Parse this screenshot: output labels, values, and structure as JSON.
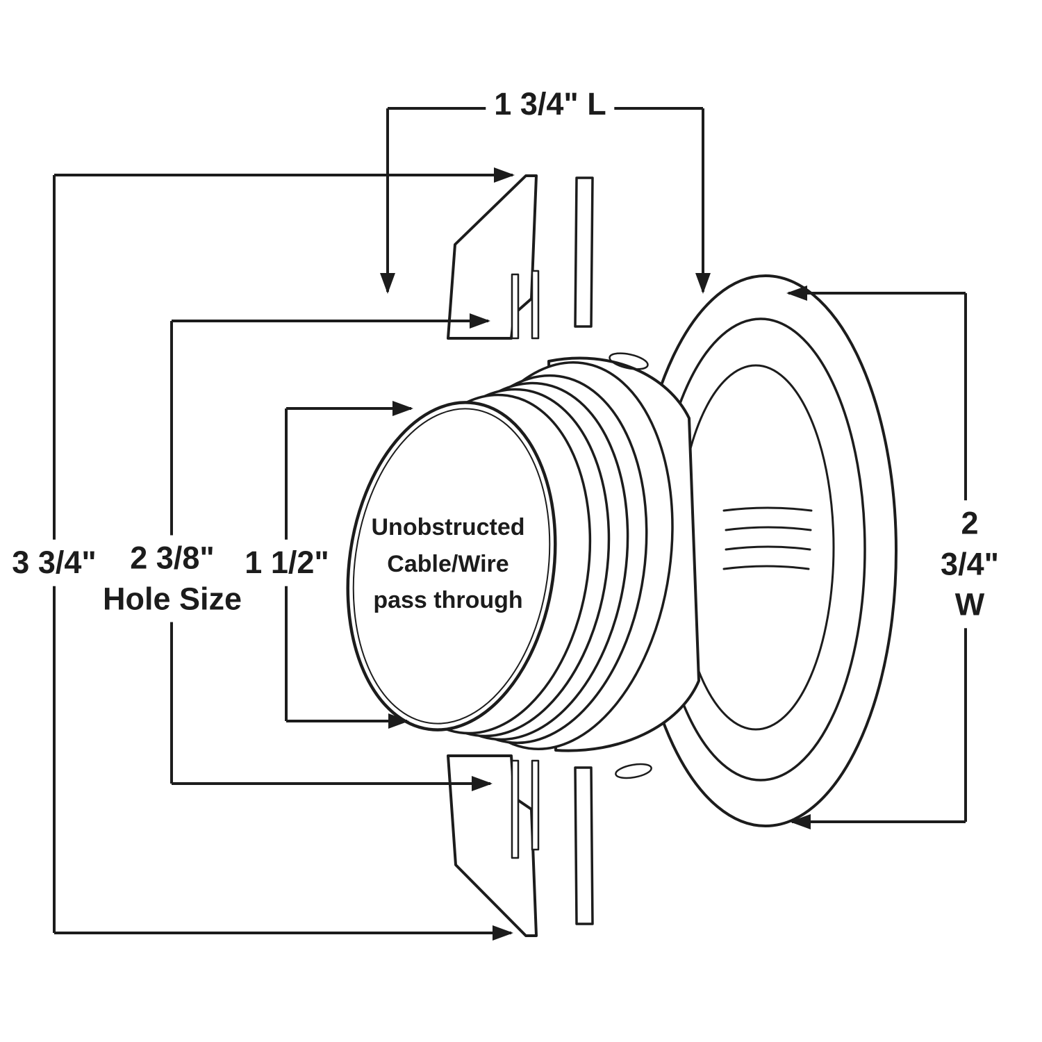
{
  "colors": {
    "line": "#1c1c1c",
    "background": "#ffffff"
  },
  "dimensions": {
    "length_top": "1 3/4\" L",
    "overall_left": "3 3/4\"",
    "hole_size": "2 3/8\"\nHole Size",
    "inner_diameter": "1 1/2\"",
    "width_right": "2 3/4\" W"
  },
  "annotations": {
    "passthrough": "Unobstructed\nCable/Wire\npass through"
  }
}
